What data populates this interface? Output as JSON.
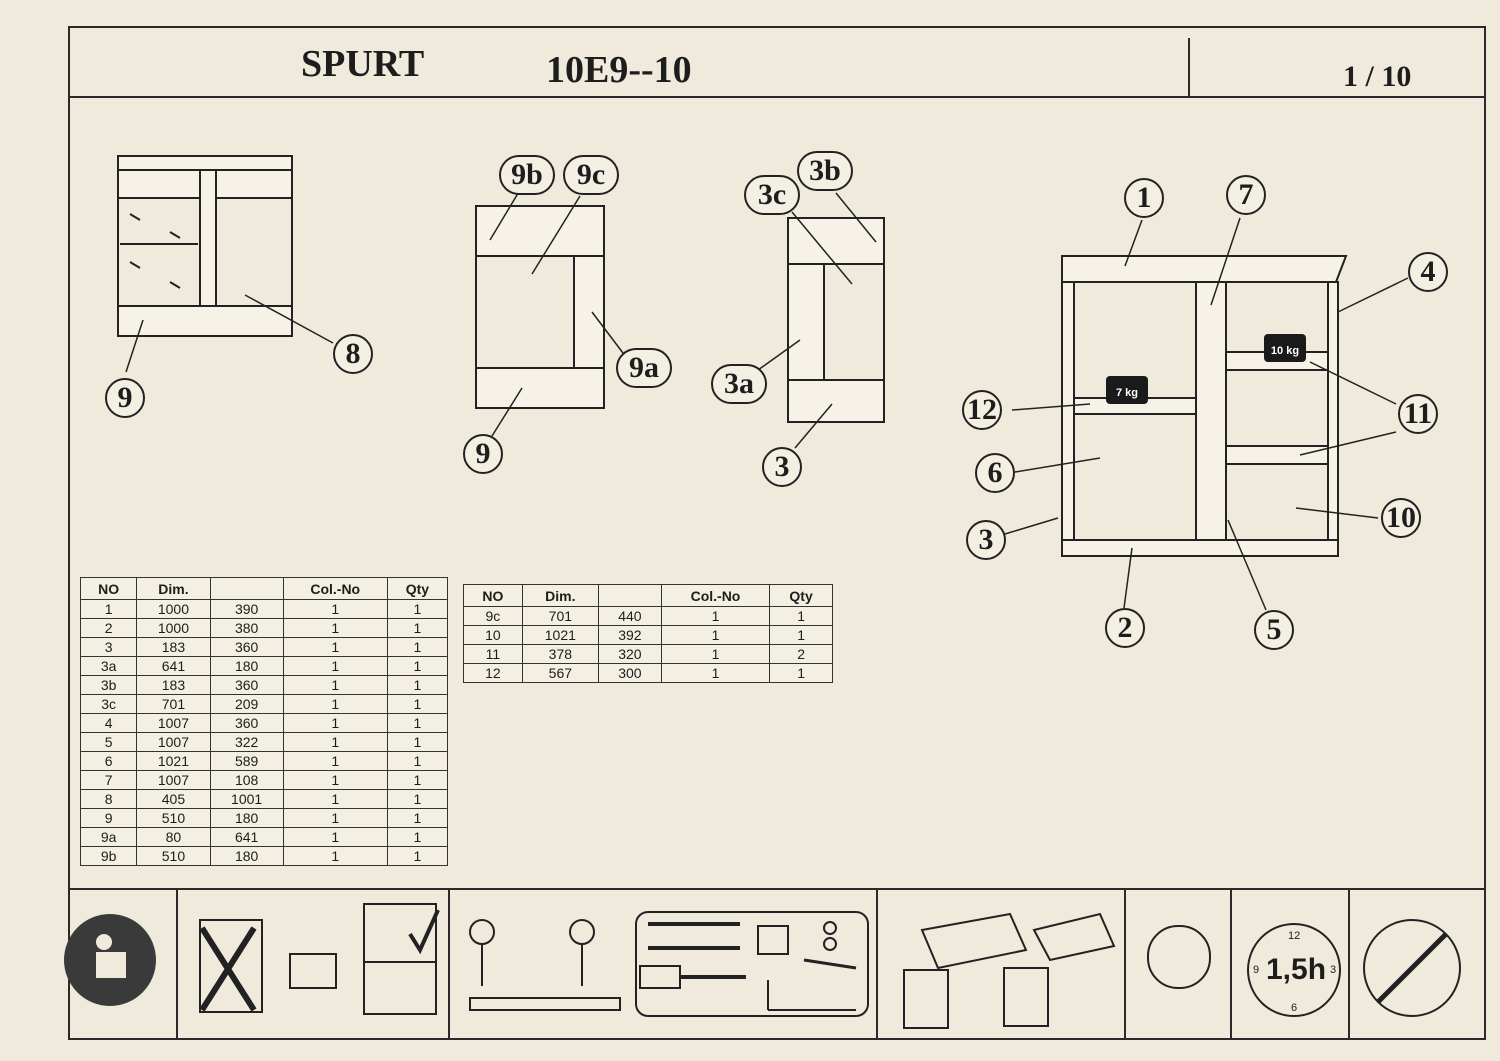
{
  "header": {
    "title": "SPURT",
    "code": "10E9--10",
    "page": "1 / 10"
  },
  "callouts": {
    "d1": [
      "9",
      "8"
    ],
    "d2": [
      "9b",
      "9c",
      "9a",
      "9"
    ],
    "d3": [
      "3c",
      "3b",
      "3a",
      "3"
    ],
    "d4": [
      "1",
      "7",
      "4",
      "11",
      "12",
      "6",
      "3",
      "2",
      "5",
      "10"
    ]
  },
  "weights": {
    "top": "10 kg",
    "middle": "7 kg"
  },
  "table1": {
    "headers": [
      "NO",
      "Dim.",
      "",
      "Col.-No",
      "Qty"
    ],
    "rows": [
      [
        "1",
        "1000",
        "390",
        "1",
        "1"
      ],
      [
        "2",
        "1000",
        "380",
        "1",
        "1"
      ],
      [
        "3",
        "183",
        "360",
        "1",
        "1"
      ],
      [
        "3a",
        "641",
        "180",
        "1",
        "1"
      ],
      [
        "3b",
        "183",
        "360",
        "1",
        "1"
      ],
      [
        "3c",
        "701",
        "209",
        "1",
        "1"
      ],
      [
        "4",
        "1007",
        "360",
        "1",
        "1"
      ],
      [
        "5",
        "1007",
        "322",
        "1",
        "1"
      ],
      [
        "6",
        "1021",
        "589",
        "1",
        "1"
      ],
      [
        "7",
        "1007",
        "108",
        "1",
        "1"
      ],
      [
        "8",
        "405",
        "1001",
        "1",
        "1"
      ],
      [
        "9",
        "510",
        "180",
        "1",
        "1"
      ],
      [
        "9a",
        "80",
        "641",
        "1",
        "1"
      ],
      [
        "9b",
        "510",
        "180",
        "1",
        "1"
      ]
    ]
  },
  "table2": {
    "headers": [
      "NO",
      "Dim.",
      "",
      "Col.-No",
      "Qty"
    ],
    "rows": [
      [
        "9c",
        "701",
        "440",
        "1",
        "1"
      ],
      [
        "10",
        "1021",
        "392",
        "1",
        "1"
      ],
      [
        "11",
        "378",
        "320",
        "1",
        "2"
      ],
      [
        "12",
        "567",
        "300",
        "1",
        "1"
      ]
    ]
  },
  "bottom": {
    "time": "1,5h",
    "clock_numbers": [
      "12",
      "3",
      "6",
      "9"
    ]
  }
}
